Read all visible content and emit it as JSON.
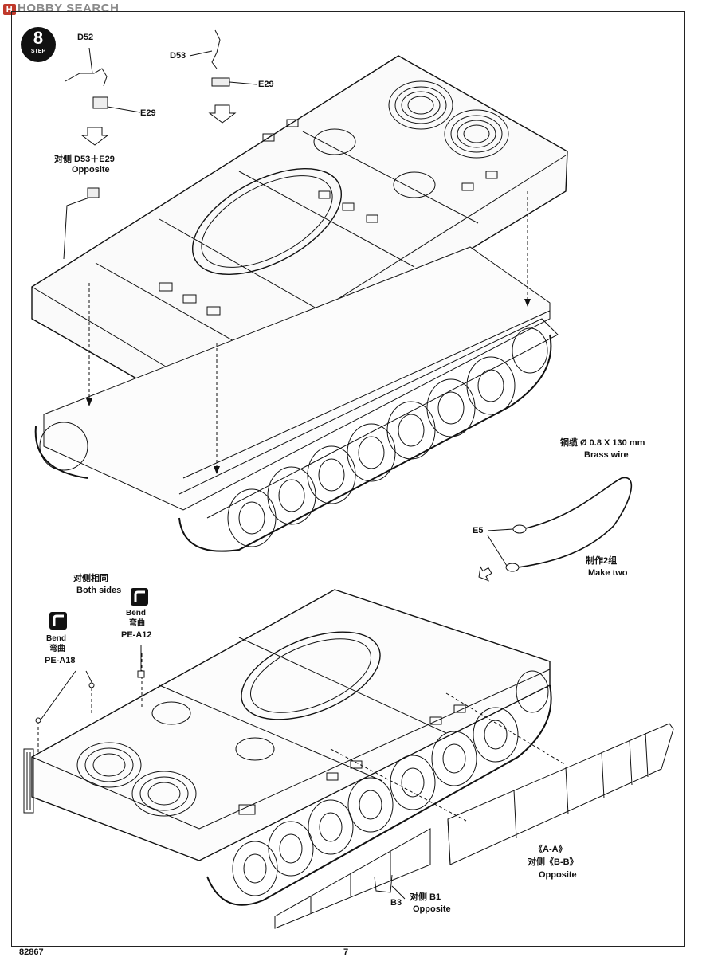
{
  "watermark": {
    "logo": "H",
    "text": "HOBBY SEARCH"
  },
  "step": {
    "number": "8",
    "label": "STEP"
  },
  "callouts": {
    "d52": "D52",
    "d53": "D53",
    "e29_left": "E29",
    "e29_right": "E29",
    "opposite_cn": "对侧 D53＋E29",
    "opposite_en": "Opposite",
    "brass_cn": "铜缆 Ø 0.8 X 130 mm",
    "brass_en": "Brass wire",
    "e5": "E5",
    "make_two_cn": "制作2组",
    "make_two_en": "Make two",
    "both_sides_cn": "对侧相同",
    "both_sides_en": "Both sides",
    "bend1_en": "Bend",
    "bend1_cn": "弯曲",
    "bend1_part": "PE-A18",
    "bend2_en": "Bend",
    "bend2_cn": "弯曲",
    "bend2_part": "PE-A12",
    "aa_line1": "《A-A》",
    "aa_line2": "对侧《B-B》",
    "aa_line3": "Opposite",
    "b3": "B3",
    "b1_cn": "对侧 B1",
    "b1_en": "Opposite"
  },
  "footer": {
    "left": "82867",
    "page": "7"
  }
}
